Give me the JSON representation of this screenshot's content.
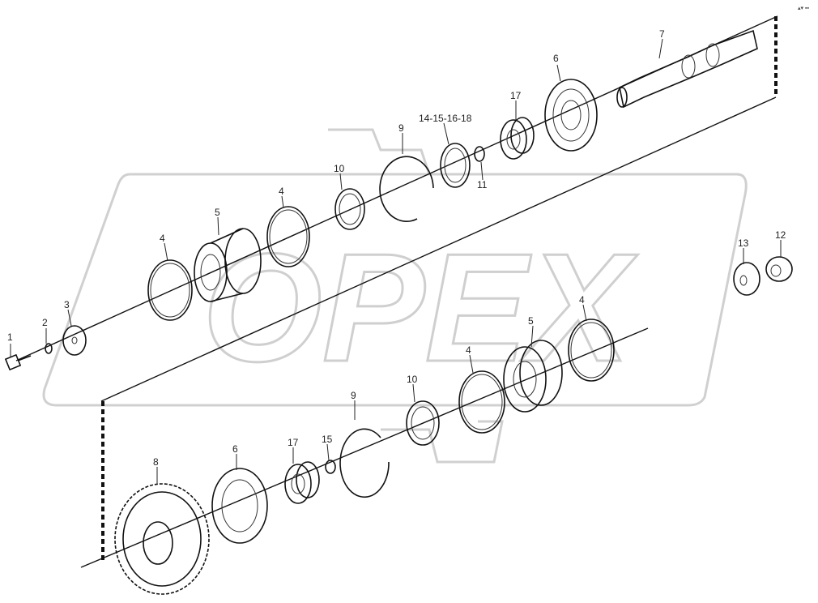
{
  "watermark": {
    "text": "OPEX",
    "color": "#d0d0d0"
  },
  "corner_mark": "▴▾ ▪▪",
  "colors": {
    "line": "#111111",
    "background": "#ffffff",
    "label": "#222222"
  },
  "callouts": {
    "p1": "1",
    "p2": "2",
    "p3": "3",
    "p4a": "4",
    "p5a": "5",
    "p4b": "4",
    "p10a": "10",
    "p9a": "9",
    "p14": "14-15-16-18",
    "p11": "11",
    "p17a": "17",
    "p6a": "6",
    "p7": "7",
    "p13": "13",
    "p12": "12",
    "p4c": "4",
    "p5b": "5",
    "p4d": "4",
    "p10b": "10",
    "p9b": "9",
    "p15": "15",
    "p17b": "17",
    "p6b": "6",
    "p8": "8"
  }
}
